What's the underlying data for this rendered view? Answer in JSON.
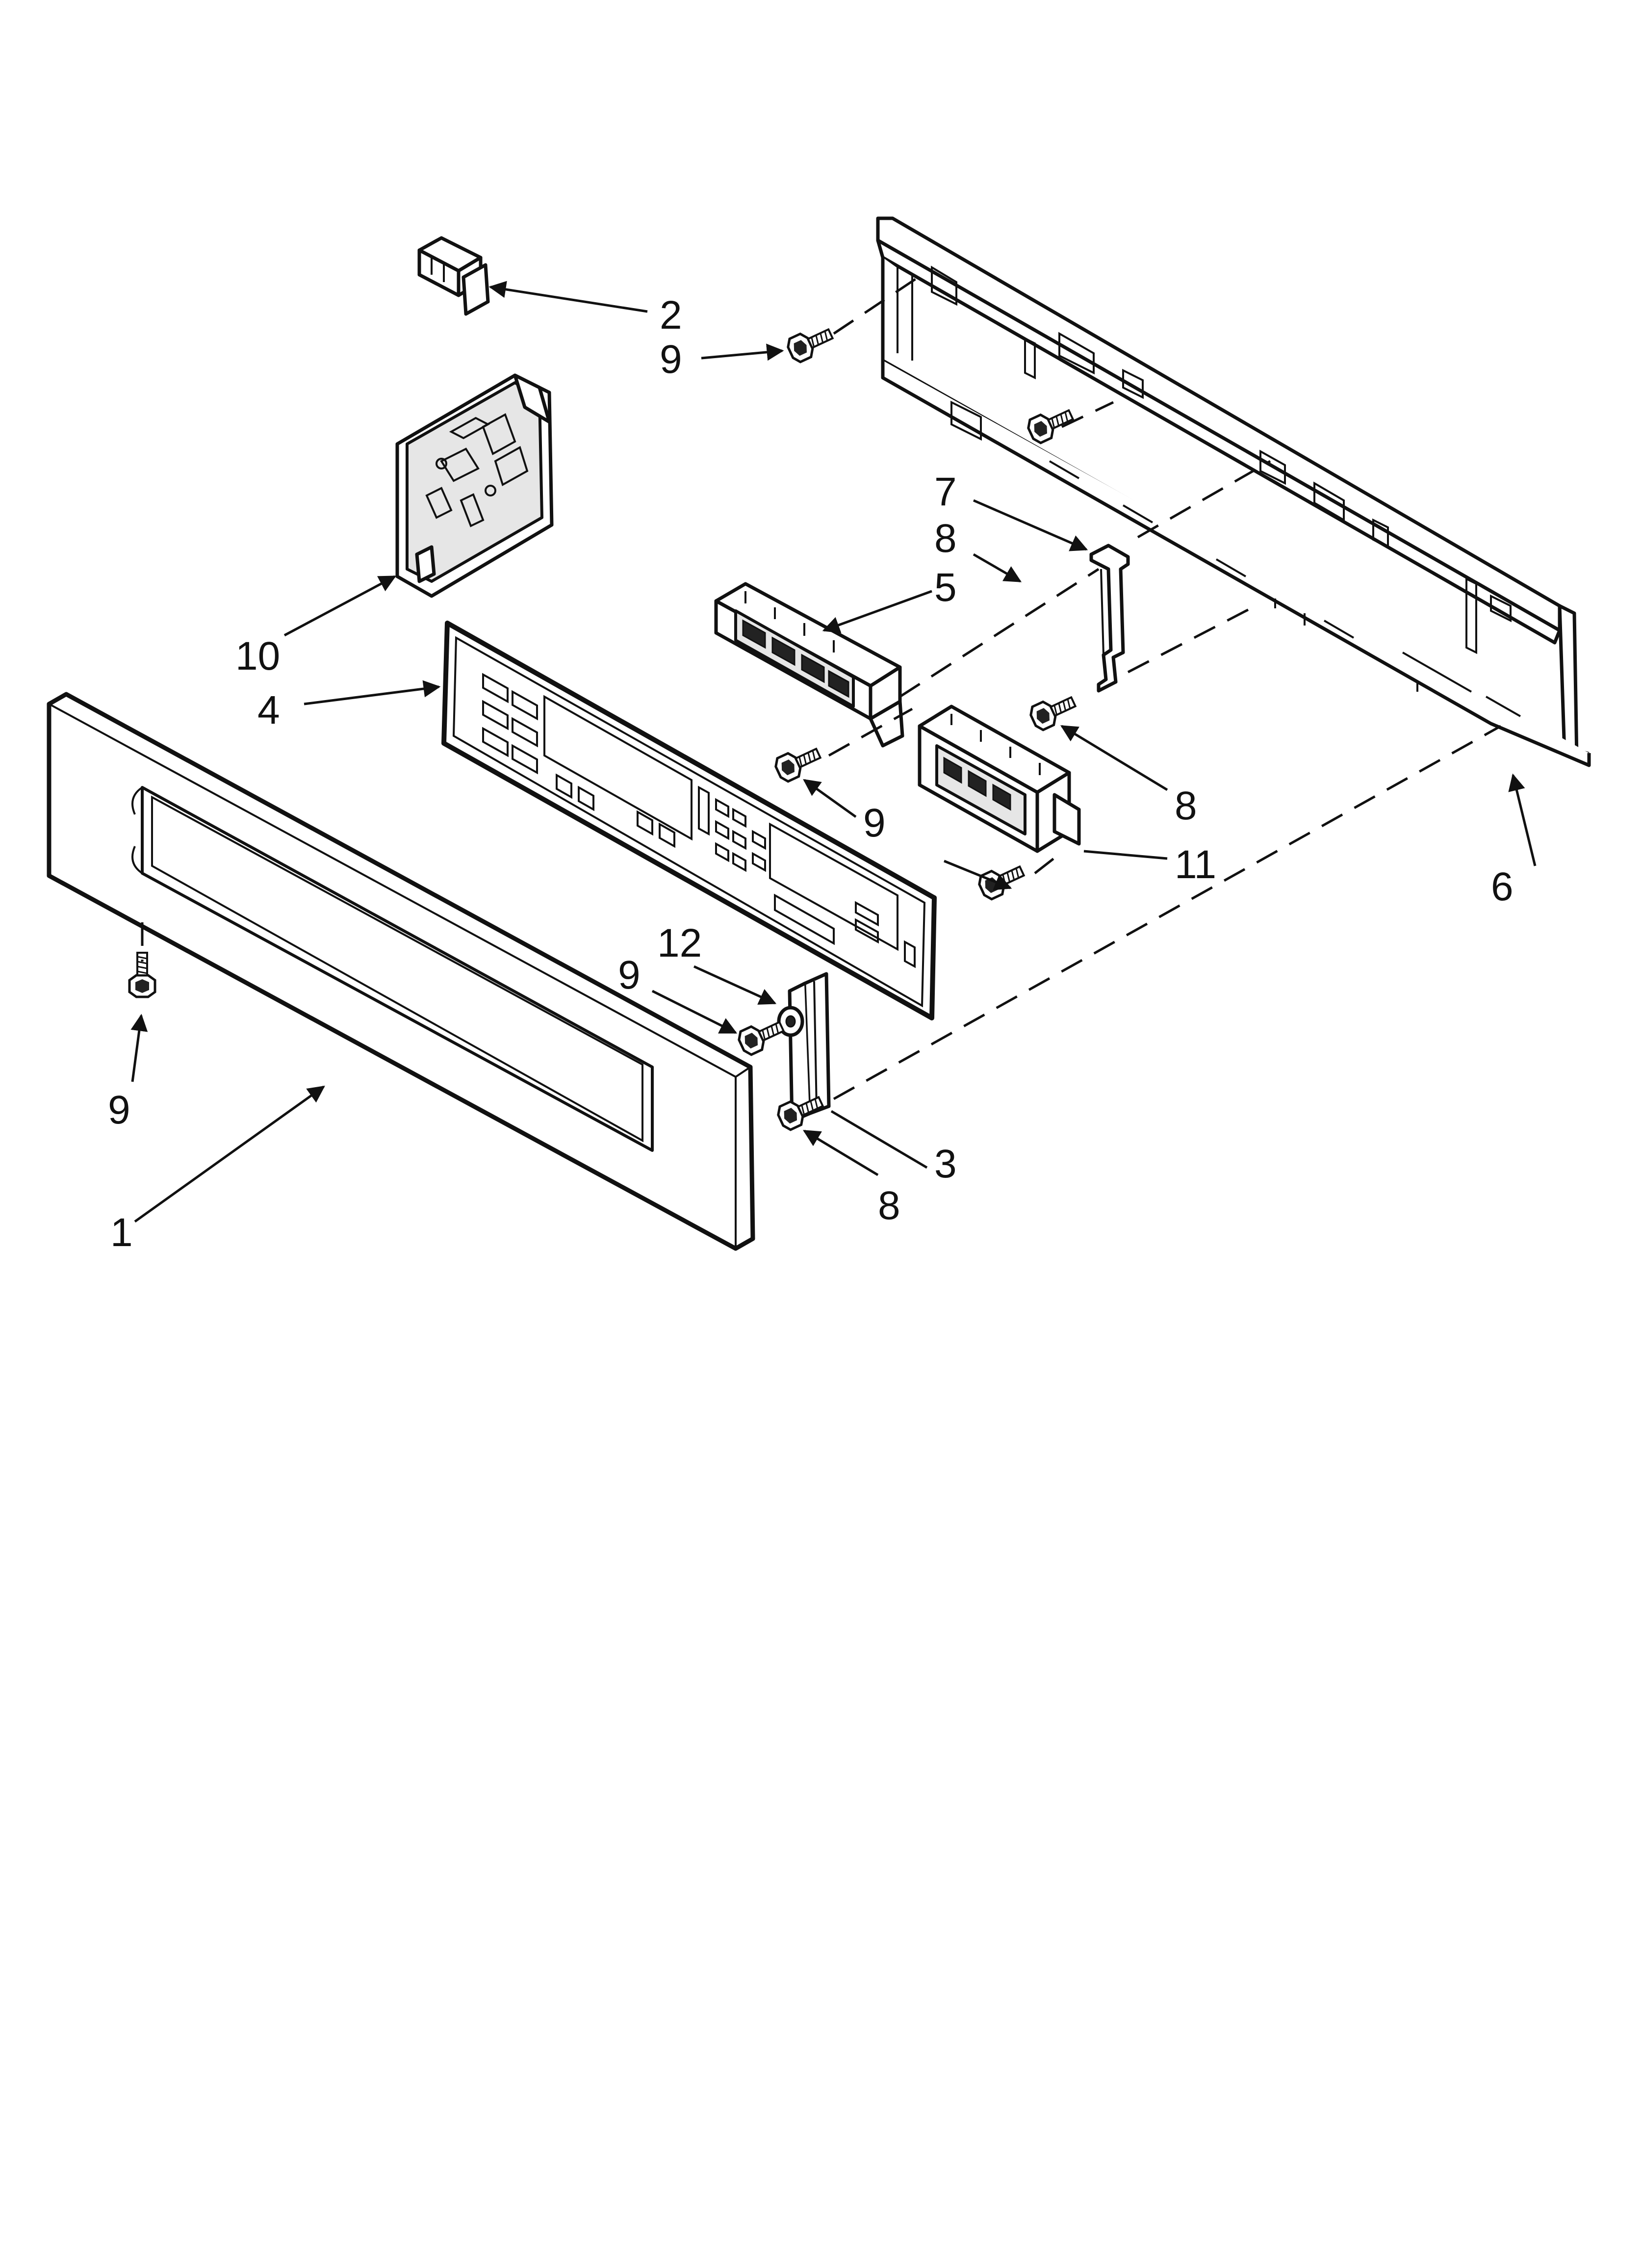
{
  "callouts": [
    {
      "id": "c2",
      "number": "2"
    },
    {
      "id": "c9a",
      "number": "9"
    },
    {
      "id": "c7",
      "number": "7"
    },
    {
      "id": "c8a",
      "number": "8"
    },
    {
      "id": "c5",
      "number": "5"
    },
    {
      "id": "c10",
      "number": "10"
    },
    {
      "id": "c4",
      "number": "4"
    },
    {
      "id": "c8b",
      "number": "8"
    },
    {
      "id": "c9b",
      "number": "9"
    },
    {
      "id": "c11",
      "number": "11"
    },
    {
      "id": "c6",
      "number": "6"
    },
    {
      "id": "c12",
      "number": "12"
    },
    {
      "id": "c9c",
      "number": "9"
    },
    {
      "id": "c9d",
      "number": "9"
    },
    {
      "id": "c3",
      "number": "3"
    },
    {
      "id": "c8c",
      "number": "8"
    },
    {
      "id": "c1",
      "number": "1"
    }
  ],
  "colors": {
    "line": "#111111",
    "background": "#ffffff"
  }
}
